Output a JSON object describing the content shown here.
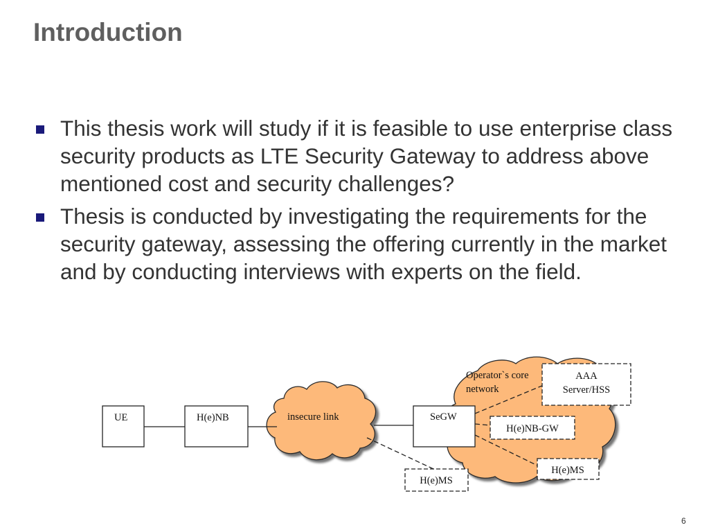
{
  "slide": {
    "title": "Introduction",
    "bullets": [
      "This thesis work will study if it is feasible to use enterprise class security products as LTE Security Gateway to address above mentioned cost and security challenges?",
      "Thesis is conducted by investigating the requirements for the security gateway, assessing the offering currently in the market and by conducting interviews with experts on the field."
    ],
    "page_number": "6",
    "colors": {
      "title": "#5f5f5f",
      "bullet_marker": "#1a1a7a",
      "cloud_fill": "#fdb97a"
    }
  },
  "diagram": {
    "nodes": {
      "ue": "UE",
      "henb": "H(e)NB",
      "insecure_link": "insecure link",
      "segw": "SeGW",
      "core_network_line1": "Operator`s core",
      "core_network_line2": "network",
      "aaa_line1": "AAA",
      "aaa_line2": "Server/HSS",
      "henb_gw": "H(e)NB-GW",
      "hems_right": "H(e)MS",
      "hems_bottom": "H(e)MS"
    }
  }
}
